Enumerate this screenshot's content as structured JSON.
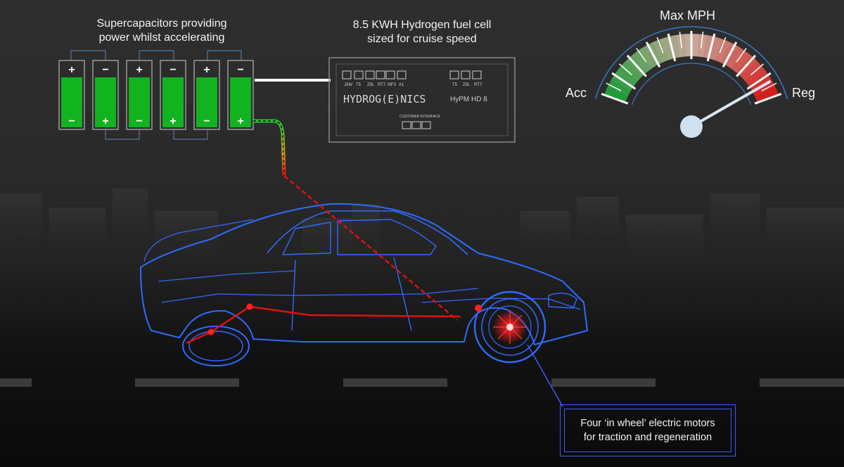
{
  "supercapacitors": {
    "caption_line1": "Supercapacitors providing",
    "caption_line2": "power whilst accelerating",
    "cells": [
      {
        "top": "+",
        "bottom": "−"
      },
      {
        "top": "−",
        "bottom": "+"
      },
      {
        "top": "+",
        "bottom": "−"
      },
      {
        "top": "−",
        "bottom": "+"
      },
      {
        "top": "+",
        "bottom": "−"
      },
      {
        "top": "−",
        "bottom": "+"
      }
    ],
    "cell_color": "#11b41f"
  },
  "fuel_cell": {
    "caption_line1": "8.5 KWH Hydrogen fuel cell",
    "caption_line2": "sized for cruise speed",
    "brand": "HYDROG(E)NICS",
    "model": "HyPM HD 8",
    "pin_labels_left": [
      "J3W",
      "T5",
      "Z9L",
      "RT7",
      "MF3",
      "A1"
    ],
    "pin_labels_right": [
      "T5",
      "Z9L",
      "RT7"
    ],
    "interface_label": "CUSTOMER INTERFACE"
  },
  "gauge": {
    "max_label": "Max MPH",
    "left_label": "Acc",
    "right_label": "Reg",
    "needle_level": 0.93,
    "colors": {
      "acc": "#1fa83a",
      "mid": "#d8b8a8",
      "reg": "#e81c1c"
    }
  },
  "motors": {
    "caption_line1": "Four ‘in wheel’ electric motors",
    "caption_line2": "for traction and regeneration"
  },
  "colors": {
    "wireframe": "#2f6bff",
    "power_line": "#e01010",
    "accent_box": "#3a5cff"
  }
}
